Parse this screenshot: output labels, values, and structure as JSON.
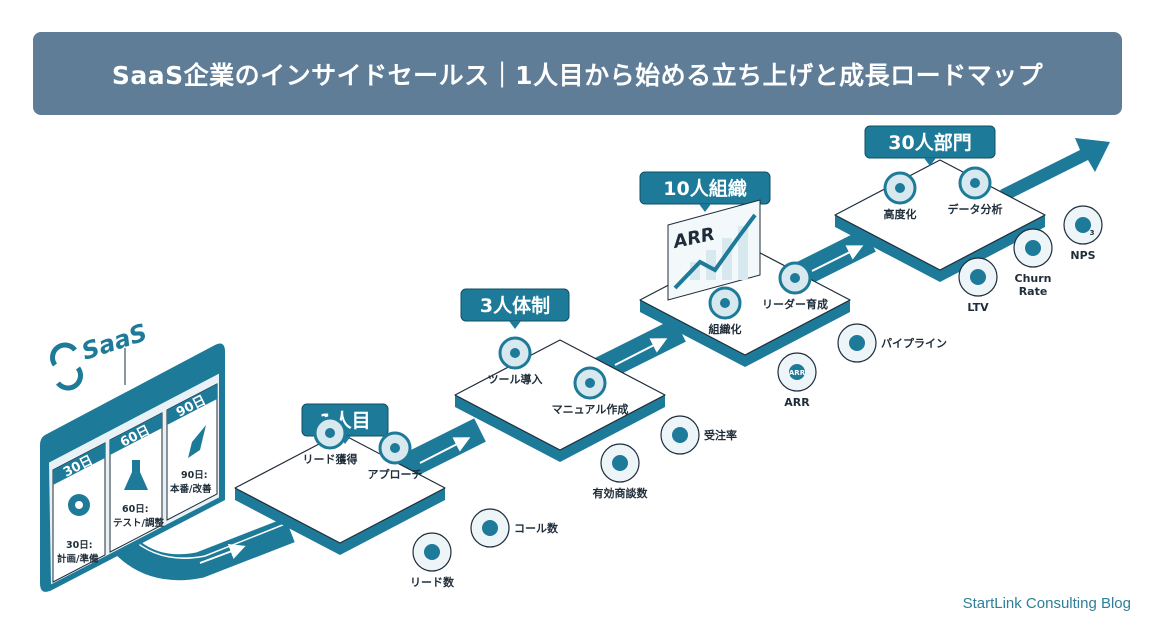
{
  "header": {
    "title": "SaaS企業のインサイドセールス｜1人目から始める立ち上げと成長ロードマップ"
  },
  "colors": {
    "primary": "#1d7a99",
    "title_bg": "#5f7d96",
    "light": "#d7e8ef",
    "text": "#1f2d3a",
    "footer": "#2e7f97"
  },
  "intro": {
    "logo": {
      "icon": "sync-icon",
      "label": "SaaS"
    },
    "plan": [
      {
        "tab": "30日",
        "icon": "gear-icon",
        "line1": "30日:",
        "line2": "計画/準備"
      },
      {
        "tab": "60日",
        "icon": "flask-icon",
        "line1": "60日:",
        "line2": "テスト/調整"
      },
      {
        "tab": "90日",
        "icon": "rocket-icon",
        "line1": "90日:",
        "line2": "本番/改善"
      }
    ]
  },
  "stages": [
    {
      "badge": "1人目",
      "items": [
        {
          "icon": "magnifier-chart-icon",
          "label": "リード獲得"
        },
        {
          "icon": "phone-arrow-icon",
          "label": "アプローチ"
        }
      ],
      "kpis": [
        {
          "icon": "lead-list-icon",
          "label": "リード数"
        },
        {
          "icon": "phone-call-icon",
          "label": "コール数"
        }
      ]
    },
    {
      "badge": "3人体制",
      "items": [
        {
          "icon": "monitor-icon",
          "label": "ツール導入"
        },
        {
          "icon": "book-pen-icon",
          "label": "マニュアル作成"
        }
      ],
      "kpis": [
        {
          "icon": "handshake-icon",
          "label": "有効商談数"
        },
        {
          "icon": "growth-chart-icon",
          "label": "受注率"
        }
      ]
    },
    {
      "badge": "10人組織",
      "chart_label": "ARR",
      "items": [
        {
          "icon": "org-chart-icon",
          "label": "組織化"
        },
        {
          "icon": "leader-icon",
          "label": "リーダー育成"
        }
      ],
      "kpis": [
        {
          "icon": "money-bag-icon",
          "label": "ARR",
          "bag_text": "ARR"
        },
        {
          "icon": "funnel-icon",
          "label": "パイプライン"
        }
      ]
    },
    {
      "badge": "30人部門",
      "items": [
        {
          "icon": "brain-gear-icon",
          "label": "高度化"
        },
        {
          "icon": "magnifier-chart-icon",
          "label": "データ分析"
        }
      ],
      "kpis": [
        {
          "icon": "heart-arrow-icon",
          "label": "LTV"
        },
        {
          "icon": "broken-chain-icon",
          "label": "Churn",
          "label2": "Rate"
        },
        {
          "icon": "star-icon",
          "label": "NPS",
          "star_num": "3"
        }
      ]
    }
  ],
  "footer": {
    "brand": "StartLink Consulting Blog"
  }
}
